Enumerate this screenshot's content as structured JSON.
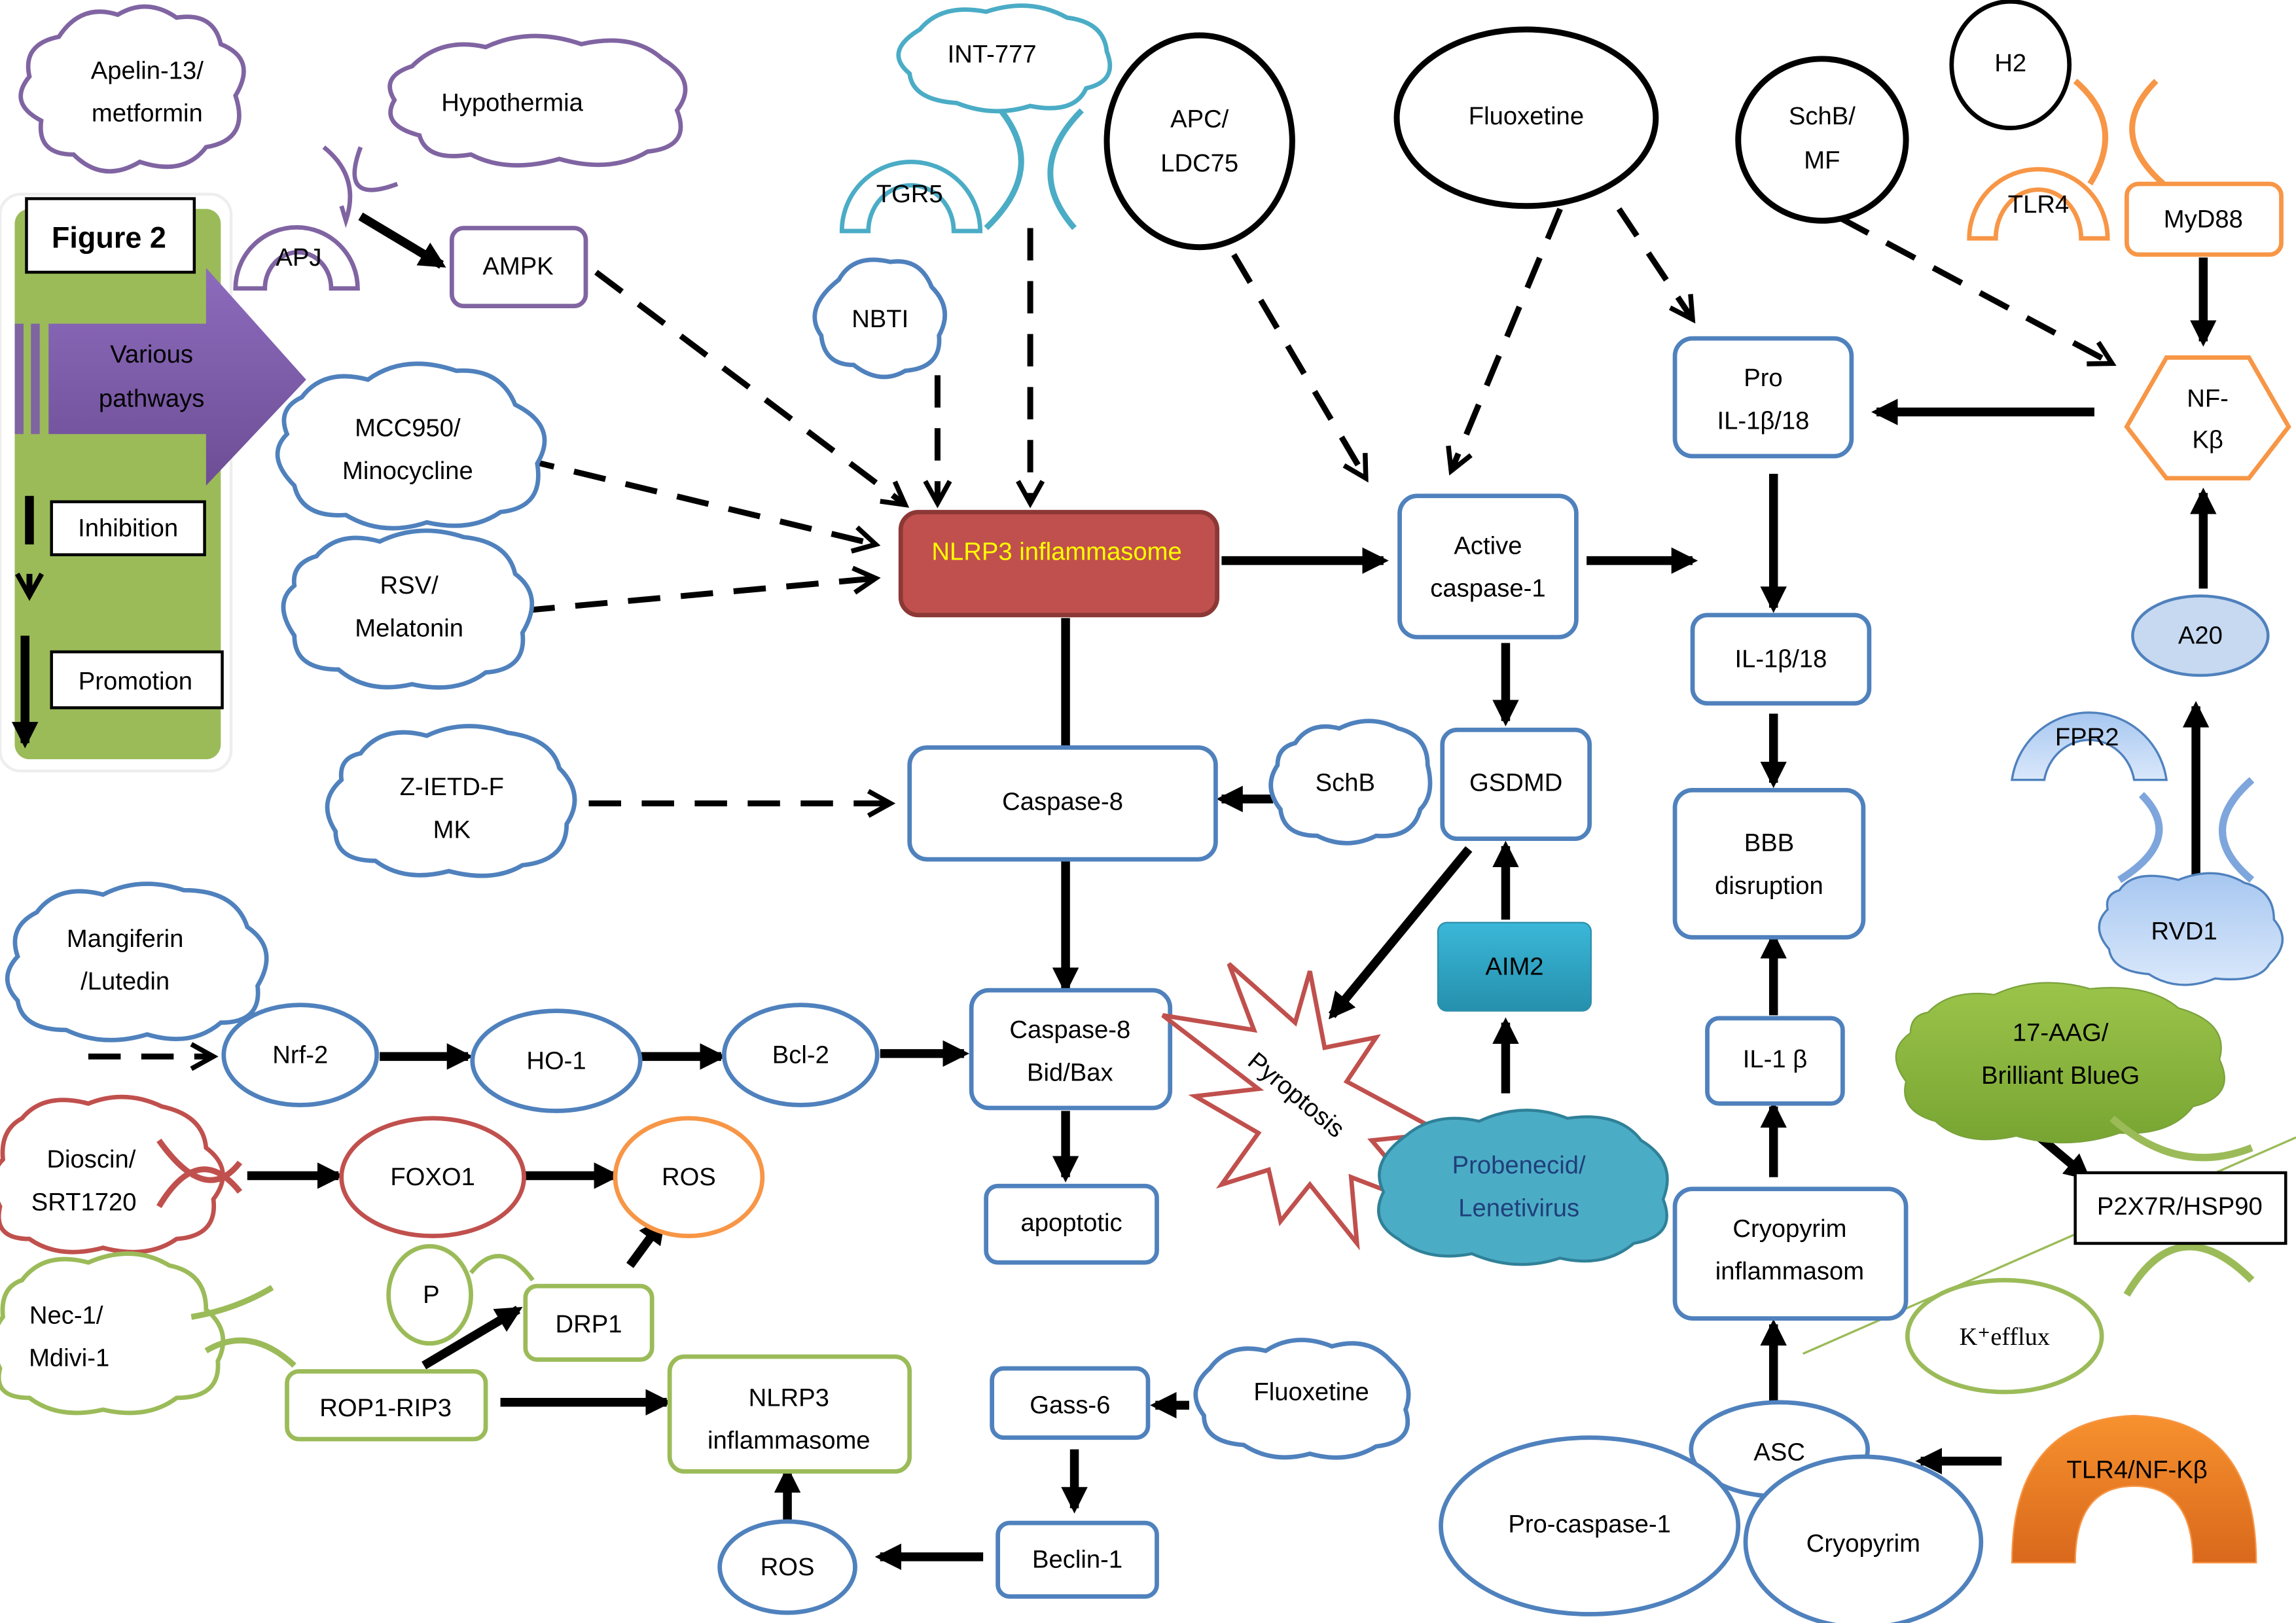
{
  "figure_title": "Figure 2",
  "legend": {
    "pathways": "Various\npathways",
    "inhibition": "Inhibition",
    "promotion": "Promotion"
  },
  "colors": {
    "purple": "#8064a2",
    "blue": "#4f81bd",
    "teal": "#4bacc6",
    "red": "#c0504d",
    "green": "#9bbb59",
    "orange": "#f79646",
    "nlrp3_fill": "#c0504d",
    "nlrp3_text": "#ffff00",
    "aim2_fill": "#31a9c9",
    "legend_bg": "#9bbb59"
  },
  "nodes": {
    "apelin": "Apelin-13/\nmetformin",
    "hypothermia": "Hypothermia",
    "apj": "APJ",
    "ampk": "AMPK",
    "int777": "INT-777",
    "tgr5": "TGR5",
    "nbti": "NBTI",
    "apc": "APC/\nLDC75",
    "fluoxetine_top": "Fluoxetine",
    "schb_mf": "SchB/\nMF",
    "h2": "H2",
    "tlr4": "TLR4",
    "myd88": "MyD88",
    "nfkb": "NF-\nKβ",
    "mcc950": "MCC950/\nMinocycline",
    "rsv": "RSV/\nMelatonin",
    "nlrp3": "NLRP3 inflammasome",
    "active_casp1": "Active\ncaspase-1",
    "pro_il": "Pro\nIL-1β/18",
    "il1b18": "IL-1β/18",
    "a20": "A20",
    "zietd": "Z-IETD-F\nMK",
    "caspase8": "Caspase-8",
    "schb": "SchB",
    "gsdmd": "GSDMD",
    "bbb": "BBB\ndisruption",
    "fpr2": "FPR2",
    "rvd1": "RVD1",
    "mangiferin": "Mangiferin\n/Lutedin",
    "nrf2": "Nrf-2",
    "ho1": "HO-1",
    "bcl2": "Bcl-2",
    "casp8_bid": "Caspase-8\nBid/Bax",
    "pyroptosis": "Pyroptosis",
    "aim2": "AIM2",
    "il1b": "IL-1 β",
    "aag": "17-AAG/\nBrilliant BlueG",
    "p2x7r": "P2X7R/HSP90",
    "dioscin": "Dioscin/\nSRT1720",
    "foxo1": "FOXO1",
    "ros1": "ROS",
    "apoptotic": "apoptotic",
    "probenecid": "Probenecid/\nLenetivirus",
    "cryo_inflam": "Cryopyrim\ninflammasom",
    "kefflux": "K⁺efflux",
    "nec1": "Nec-1/\nMdivi-1",
    "p": "P",
    "drp1": "DRP1",
    "rop1": "ROP1-RIP3",
    "nlrp3_green": "NLRP3\ninflammasome",
    "gass6": "Gass-6",
    "fluoxetine_bottom": "Fluoxetine",
    "beclin1": "Beclin-1",
    "ros2": "ROS",
    "asc": "ASC",
    "tlr4_nfkb": "TLR4/NF-Kβ",
    "pro_casp1": "Pro-caspase-1",
    "cryopyrim": "Cryopyrim"
  }
}
